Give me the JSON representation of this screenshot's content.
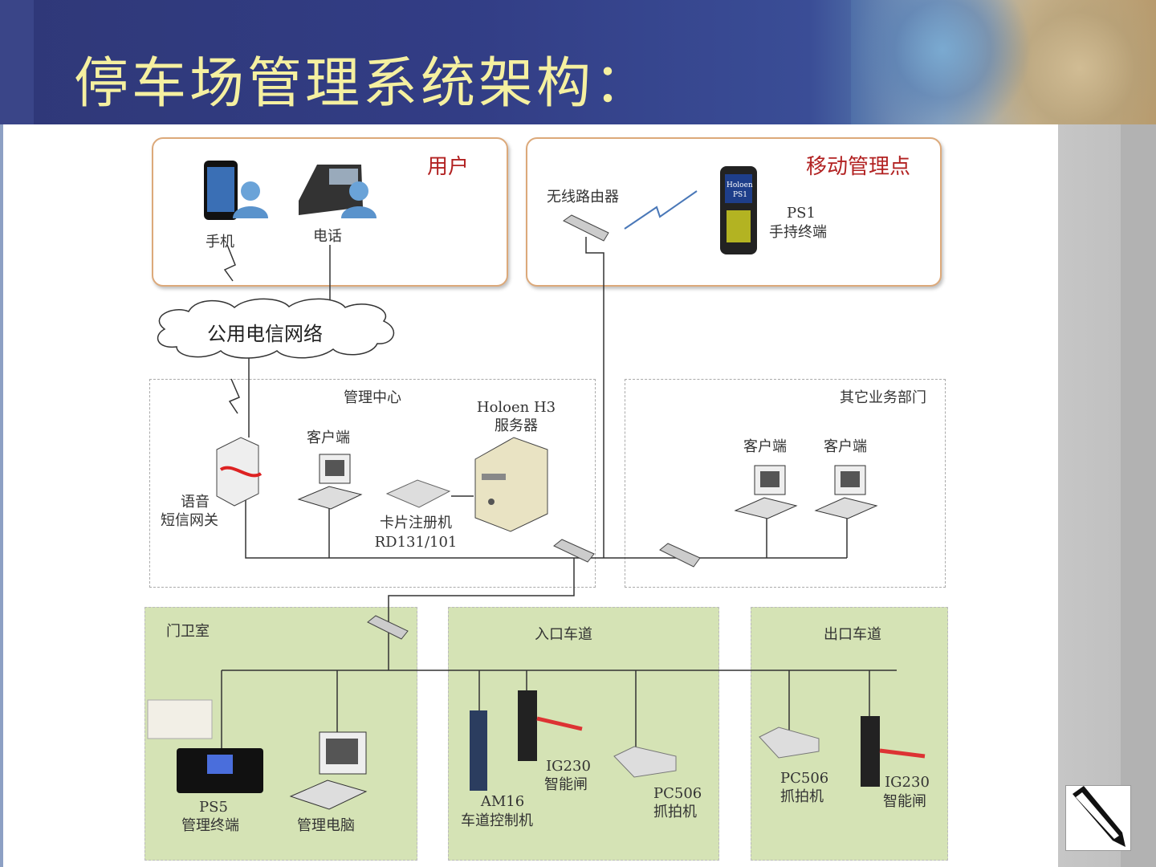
{
  "title": "停车场管理系统架构：",
  "users_box": {
    "title": "用户",
    "phone": "手机",
    "telephone": "电话"
  },
  "mobile_box": {
    "title": "移动管理点",
    "router": "无线路由器",
    "terminal_model": "PS1",
    "terminal": "手持终端",
    "device_brand": "Holoen",
    "device_model": "PS1"
  },
  "cloud": {
    "label": "公用电信网络"
  },
  "center": {
    "title": "管理中心",
    "client": "客户端",
    "server_line1": "Holoen H3",
    "server_line2": "服务器",
    "gateway_line1": "语音",
    "gateway_line2": "短信网关",
    "reader_line1": "卡片注册机",
    "reader_line2": "RD131/101"
  },
  "other": {
    "title": "其它业务部门",
    "client1": "客户端",
    "client2": "客户端"
  },
  "guard": {
    "title": "门卫室",
    "terminal_model": "PS5",
    "terminal": "管理终端",
    "pc": "管理电脑"
  },
  "entry": {
    "title": "入口车道",
    "controller_model": "AM16",
    "controller": "车道控制机",
    "gate_model": "IG230",
    "gate": "智能闸",
    "camera_model": "PC506",
    "camera": "抓拍机"
  },
  "exit": {
    "title": "出口车道",
    "camera_model": "PC506",
    "camera": "抓拍机",
    "gate_model": "IG230",
    "gate": "智能闸"
  },
  "colors": {
    "header": "#323d85",
    "title_text": "#f5f0a0",
    "box_border": "#dca97a",
    "accent_red": "#b22222",
    "zone_green": "#d5e3b5",
    "sidebar": "#c6c6c6"
  },
  "icons": [
    "phone-icon",
    "desk-phone-icon",
    "user-icon",
    "router-icon",
    "handheld-terminal-icon",
    "cloud-icon",
    "gateway-icon",
    "computer-icon",
    "server-icon",
    "card-reader-icon",
    "switch-icon",
    "lane-controller-icon",
    "barrier-gate-icon",
    "camera-icon",
    "pencil-icon"
  ]
}
